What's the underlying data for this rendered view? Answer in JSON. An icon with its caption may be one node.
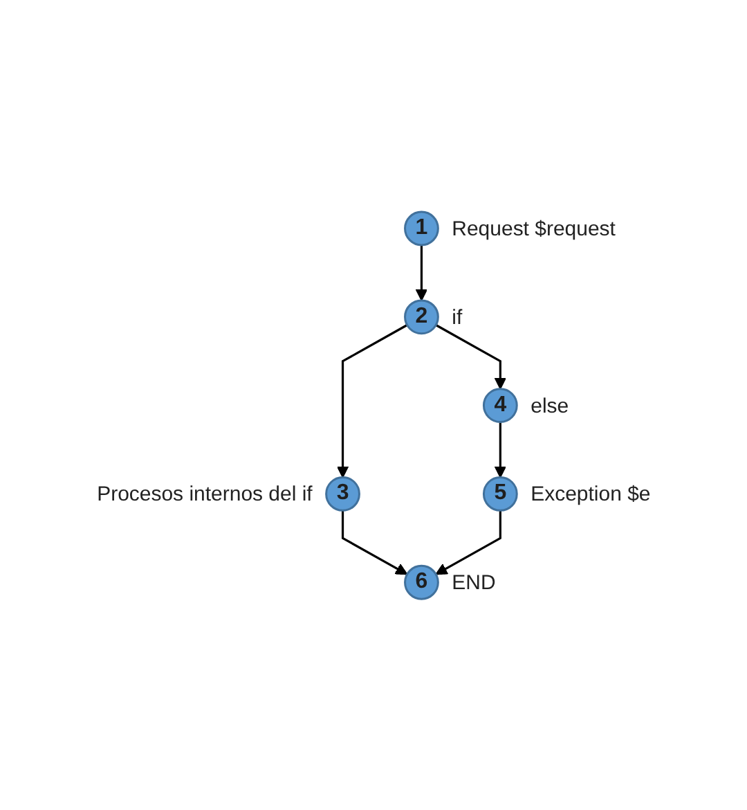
{
  "diagram": {
    "nodes": [
      {
        "text": [
          "1"
        ],
        "beside": [
          "Request $request"
        ]
      },
      {
        "text": [
          "2"
        ],
        "beside": [
          "if"
        ]
      },
      {
        "text": [
          "3"
        ],
        "beside": [
          "Procesos internos del if"
        ]
      },
      {
        "text": [
          "4"
        ],
        "beside": [
          "else"
        ]
      },
      {
        "text": [
          "5"
        ],
        "beside": [
          "Exception $e"
        ]
      },
      {
        "text": [
          "6"
        ],
        "beside": [
          "END"
        ]
      }
    ],
    "edges": [
      {
        "from": 0,
        "to": 1,
        "arrow": "to"
      },
      {
        "from": 1,
        "to": 2,
        "arrow": "to"
      },
      {
        "from": 1,
        "to": 3,
        "arrow": "to"
      },
      {
        "from": 2,
        "to": 5,
        "arrow": "to"
      },
      {
        "from": 3,
        "to": 4,
        "arrow": "to"
      },
      {
        "from": 4,
        "to": 5,
        "arrow": "to"
      }
    ]
  }
}
